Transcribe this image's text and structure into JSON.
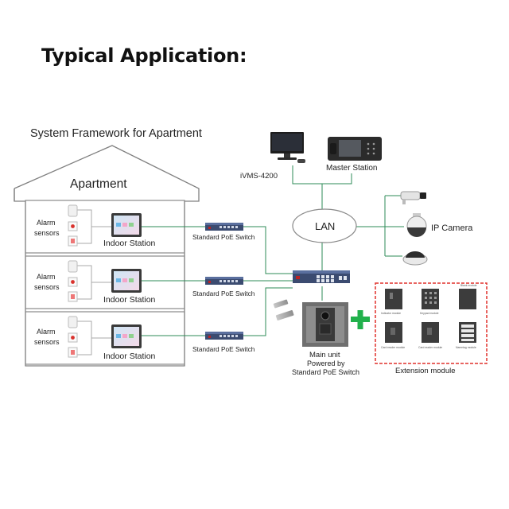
{
  "page": {
    "title": "Typical Application:"
  },
  "diagram": {
    "framework_title": "System Framework for Apartment",
    "apartment_label": "Apartment",
    "floors": [
      {
        "alarm_label_1": "Alarm",
        "alarm_label_2": "sensors",
        "indoor_label": "Indoor Station",
        "switch_label": "Standard PoE Switch"
      },
      {
        "alarm_label_1": "Alarm",
        "alarm_label_2": "sensors",
        "indoor_label": "Indoor Station",
        "switch_label": "Standard PoE Switch"
      },
      {
        "alarm_label_1": "Alarm",
        "alarm_label_2": "sensors",
        "indoor_label": "Indoor Station",
        "switch_label": "Standard PoE Switch"
      }
    ],
    "ivms_label": "iVMS-4200",
    "master_label": "Master Station",
    "lan_label": "LAN",
    "ip_camera_label": "IP Camera",
    "main_unit_line1": "Main unit",
    "main_unit_line2": "Powered by",
    "main_unit_line3": "Standard PoE Switch",
    "extension_label": "Extension module",
    "modules": [
      {
        "caption": "Indicator module"
      },
      {
        "caption": "Keypad module"
      },
      {
        "caption": "Blank module"
      },
      {
        "caption": "Card reader module"
      },
      {
        "caption": "Card reader module"
      },
      {
        "caption": "Nametag module"
      }
    ],
    "colors": {
      "link": "#2e8b57",
      "plus": "#22b14c",
      "ext_border": "#e0312c",
      "house_line": "#808080"
    }
  }
}
